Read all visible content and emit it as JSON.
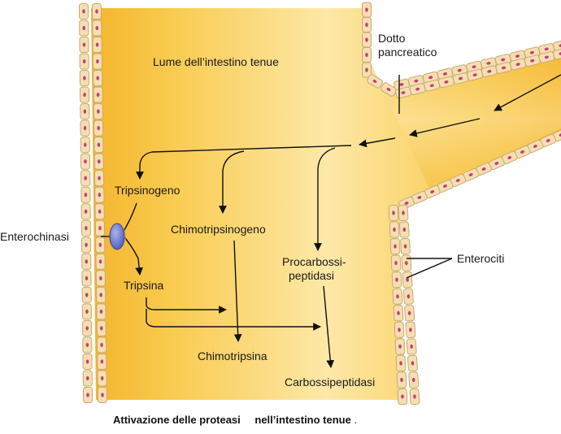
{
  "labels": {
    "lumen": "Lume dell’intestino tenue",
    "duct_line1": "Dotto",
    "duct_line2": "pancreatico",
    "tripsinogeno": "Tripsinogeno",
    "chimotripsinogeno": "Chimotripsinogeno",
    "procarbossi_line1": "Procarbossi-",
    "procarbossi_line2": "peptidasi",
    "enterochinasi": "Enterochinasi",
    "tripsina": "Tripsina",
    "chimotripsina": "Chimotripsina",
    "carbossipeptidasi": "Carbossipeptidasi",
    "enterociti": "Enterociti"
  },
  "caption": {
    "bold": "Attivazione delle proteasi",
    "rest": "nell’intestino tenue",
    "end": "."
  },
  "colors": {
    "lumen_fill": "#f7c23c",
    "lumen_light": "#fce7a6",
    "cell_fill": "#f5dfb0",
    "cell_border": "#c9a873",
    "nucleus": "#c2407a",
    "enzyme": "#7a86d4",
    "arrow": "#111111"
  }
}
